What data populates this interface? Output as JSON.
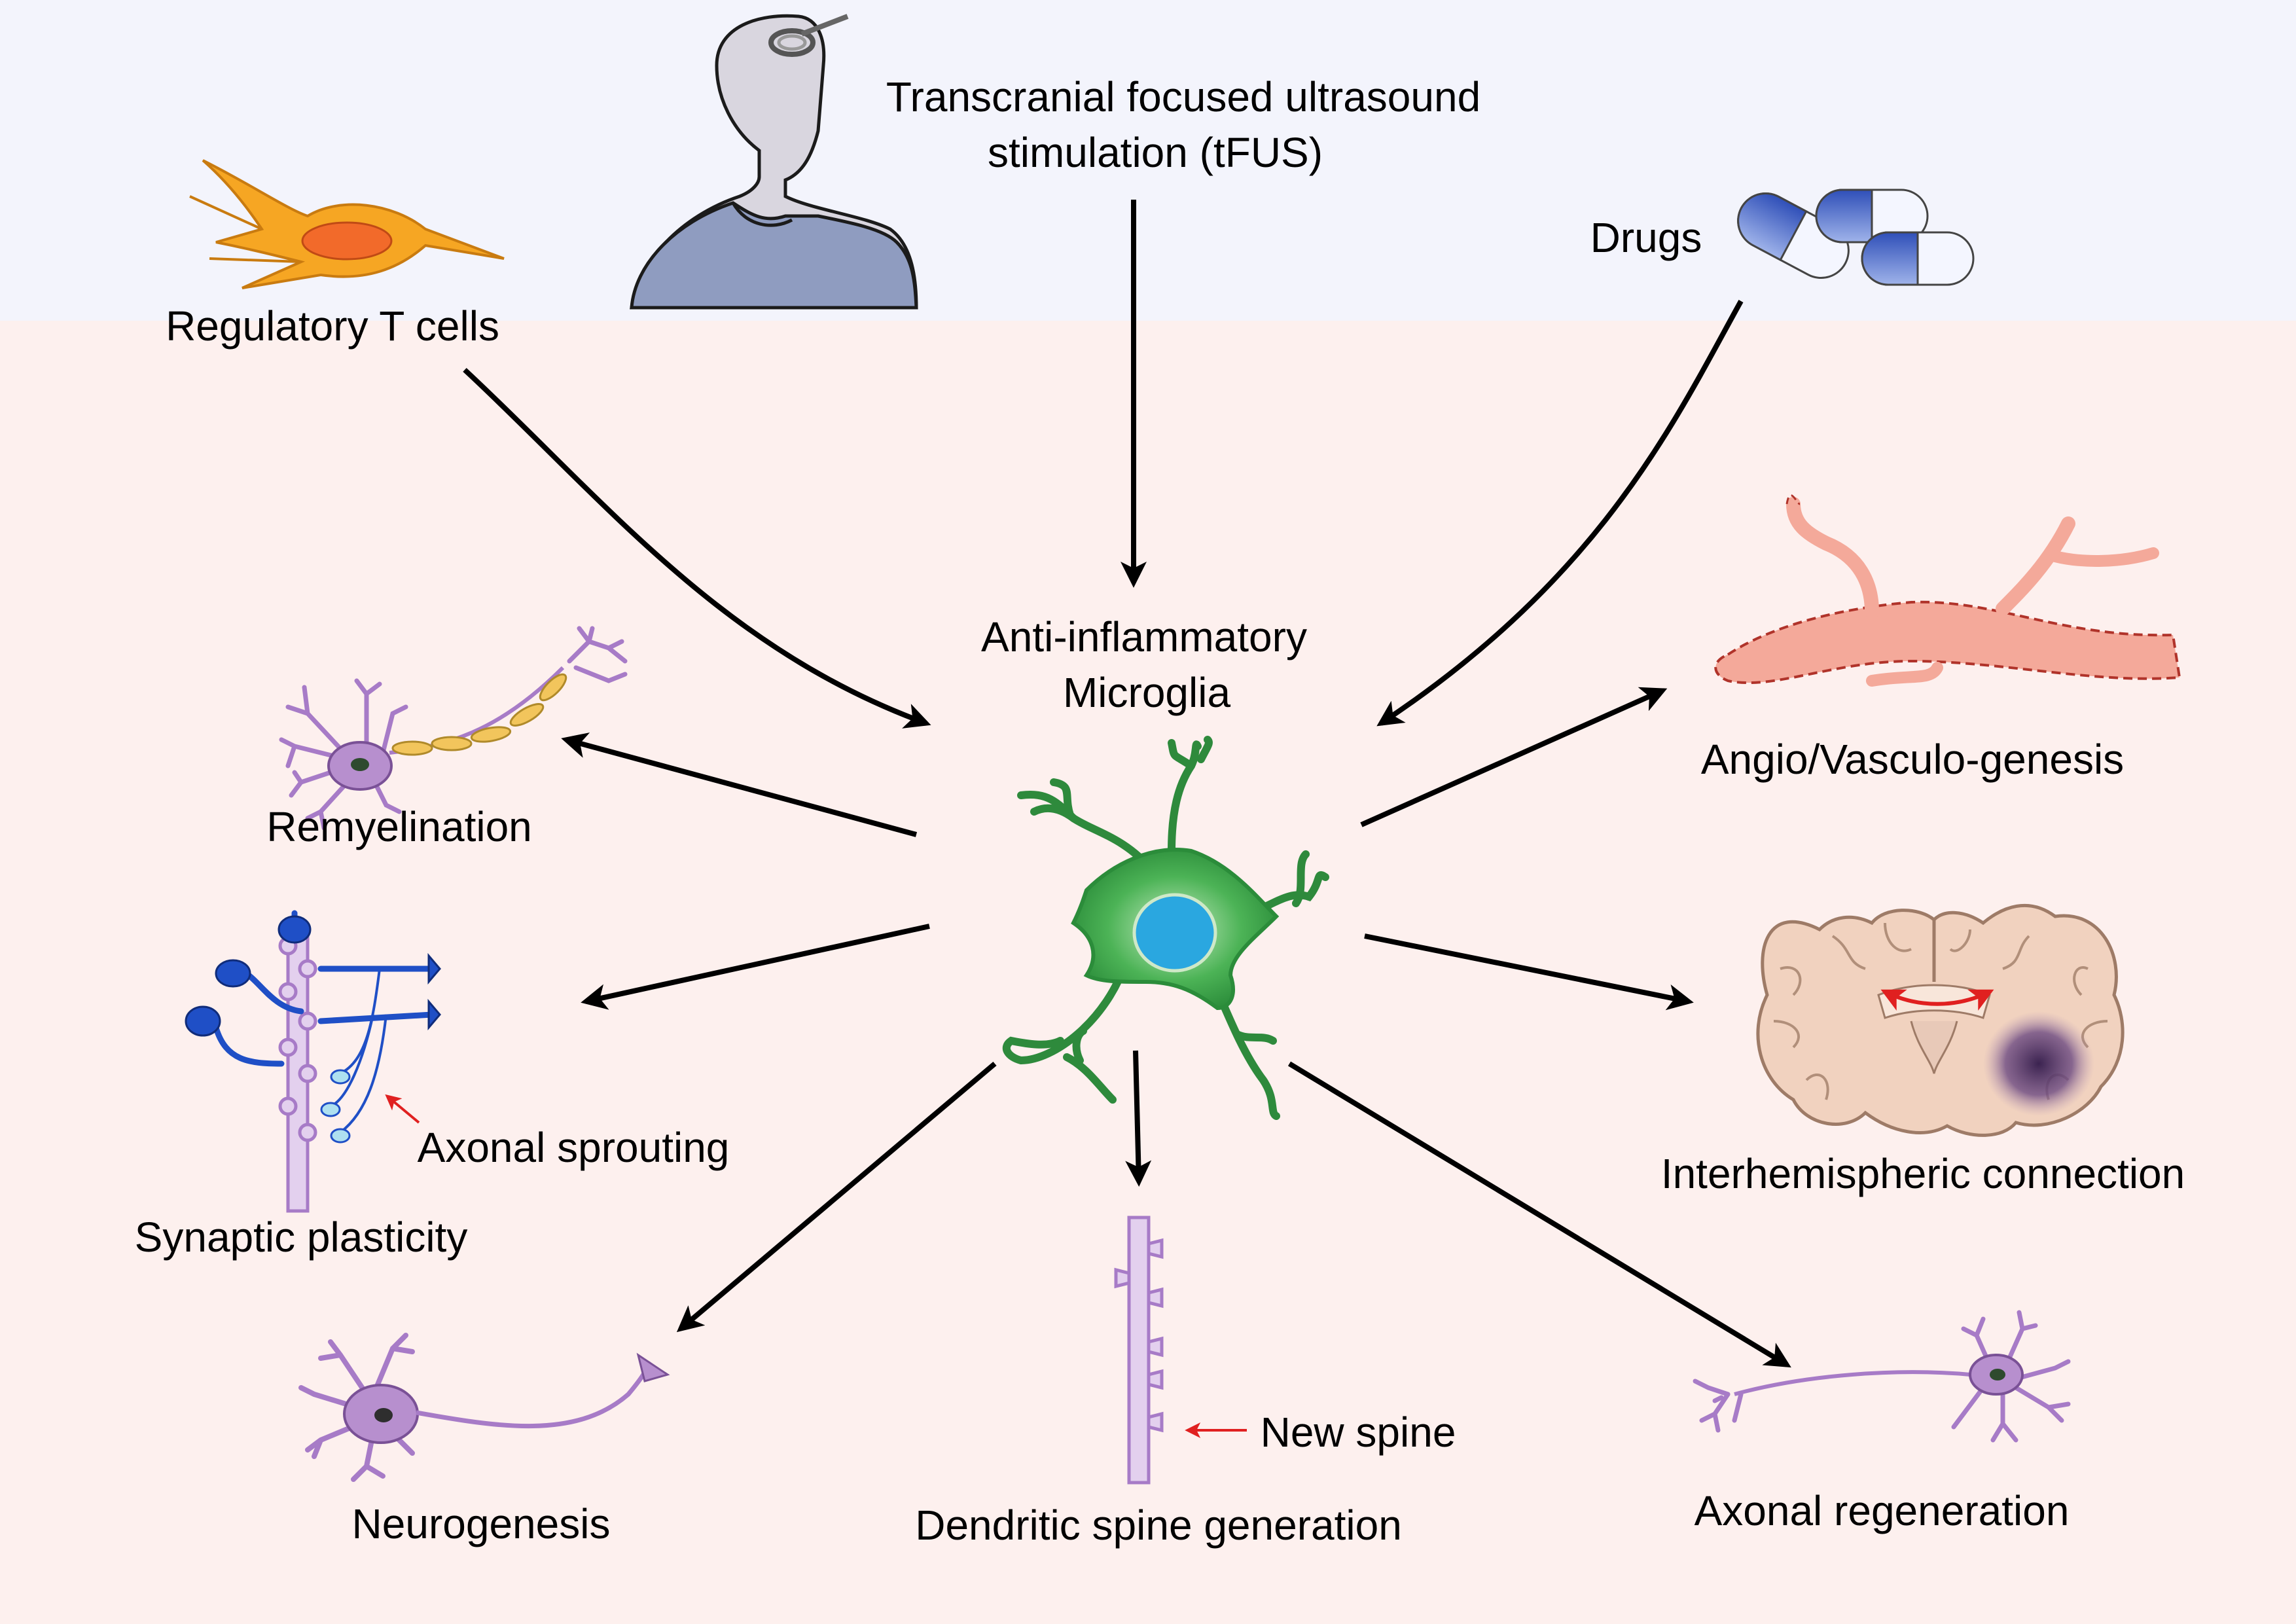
{
  "labels": {
    "tfus_line1": "Transcranial focused ultrasound",
    "tfus_line2": "stimulation (tFUS)",
    "treg": "Regulatory T cells",
    "drugs": "Drugs",
    "microglia_line1": "Anti-inflammatory",
    "microglia_line2": "Microglia",
    "remyelination": "Remyelination",
    "axonal_sprouting": "Axonal sprouting",
    "synaptic_plasticity": "Synaptic plasticity",
    "neurogenesis": "Neurogenesis",
    "new_spine": "New spine",
    "dendritic_spine_generation": "Dendritic spine generation",
    "angiogenesis": "Angio/Vasculo-genesis",
    "interhemispheric": "Interhemispheric connection",
    "axonal_regeneration": "Axonal regeneration"
  },
  "colors": {
    "top_band": "#f3f4fc",
    "background": "#fdf0ee",
    "treg_cell": "#f6a623",
    "treg_nucleus": "#f26a2a",
    "microglia": "#3fa84a",
    "microglia_nucleus": "#2aa7e0",
    "neuron": "#b78fce",
    "myelin": "#f2c55c",
    "synapse_blue": "#1f4fc6",
    "vessel": "#f4a99a",
    "brain": "#f1d2bf",
    "red_arrow": "#e02020",
    "pill_blue": "#4466cc",
    "person_shirt": "#8f9cc0"
  }
}
